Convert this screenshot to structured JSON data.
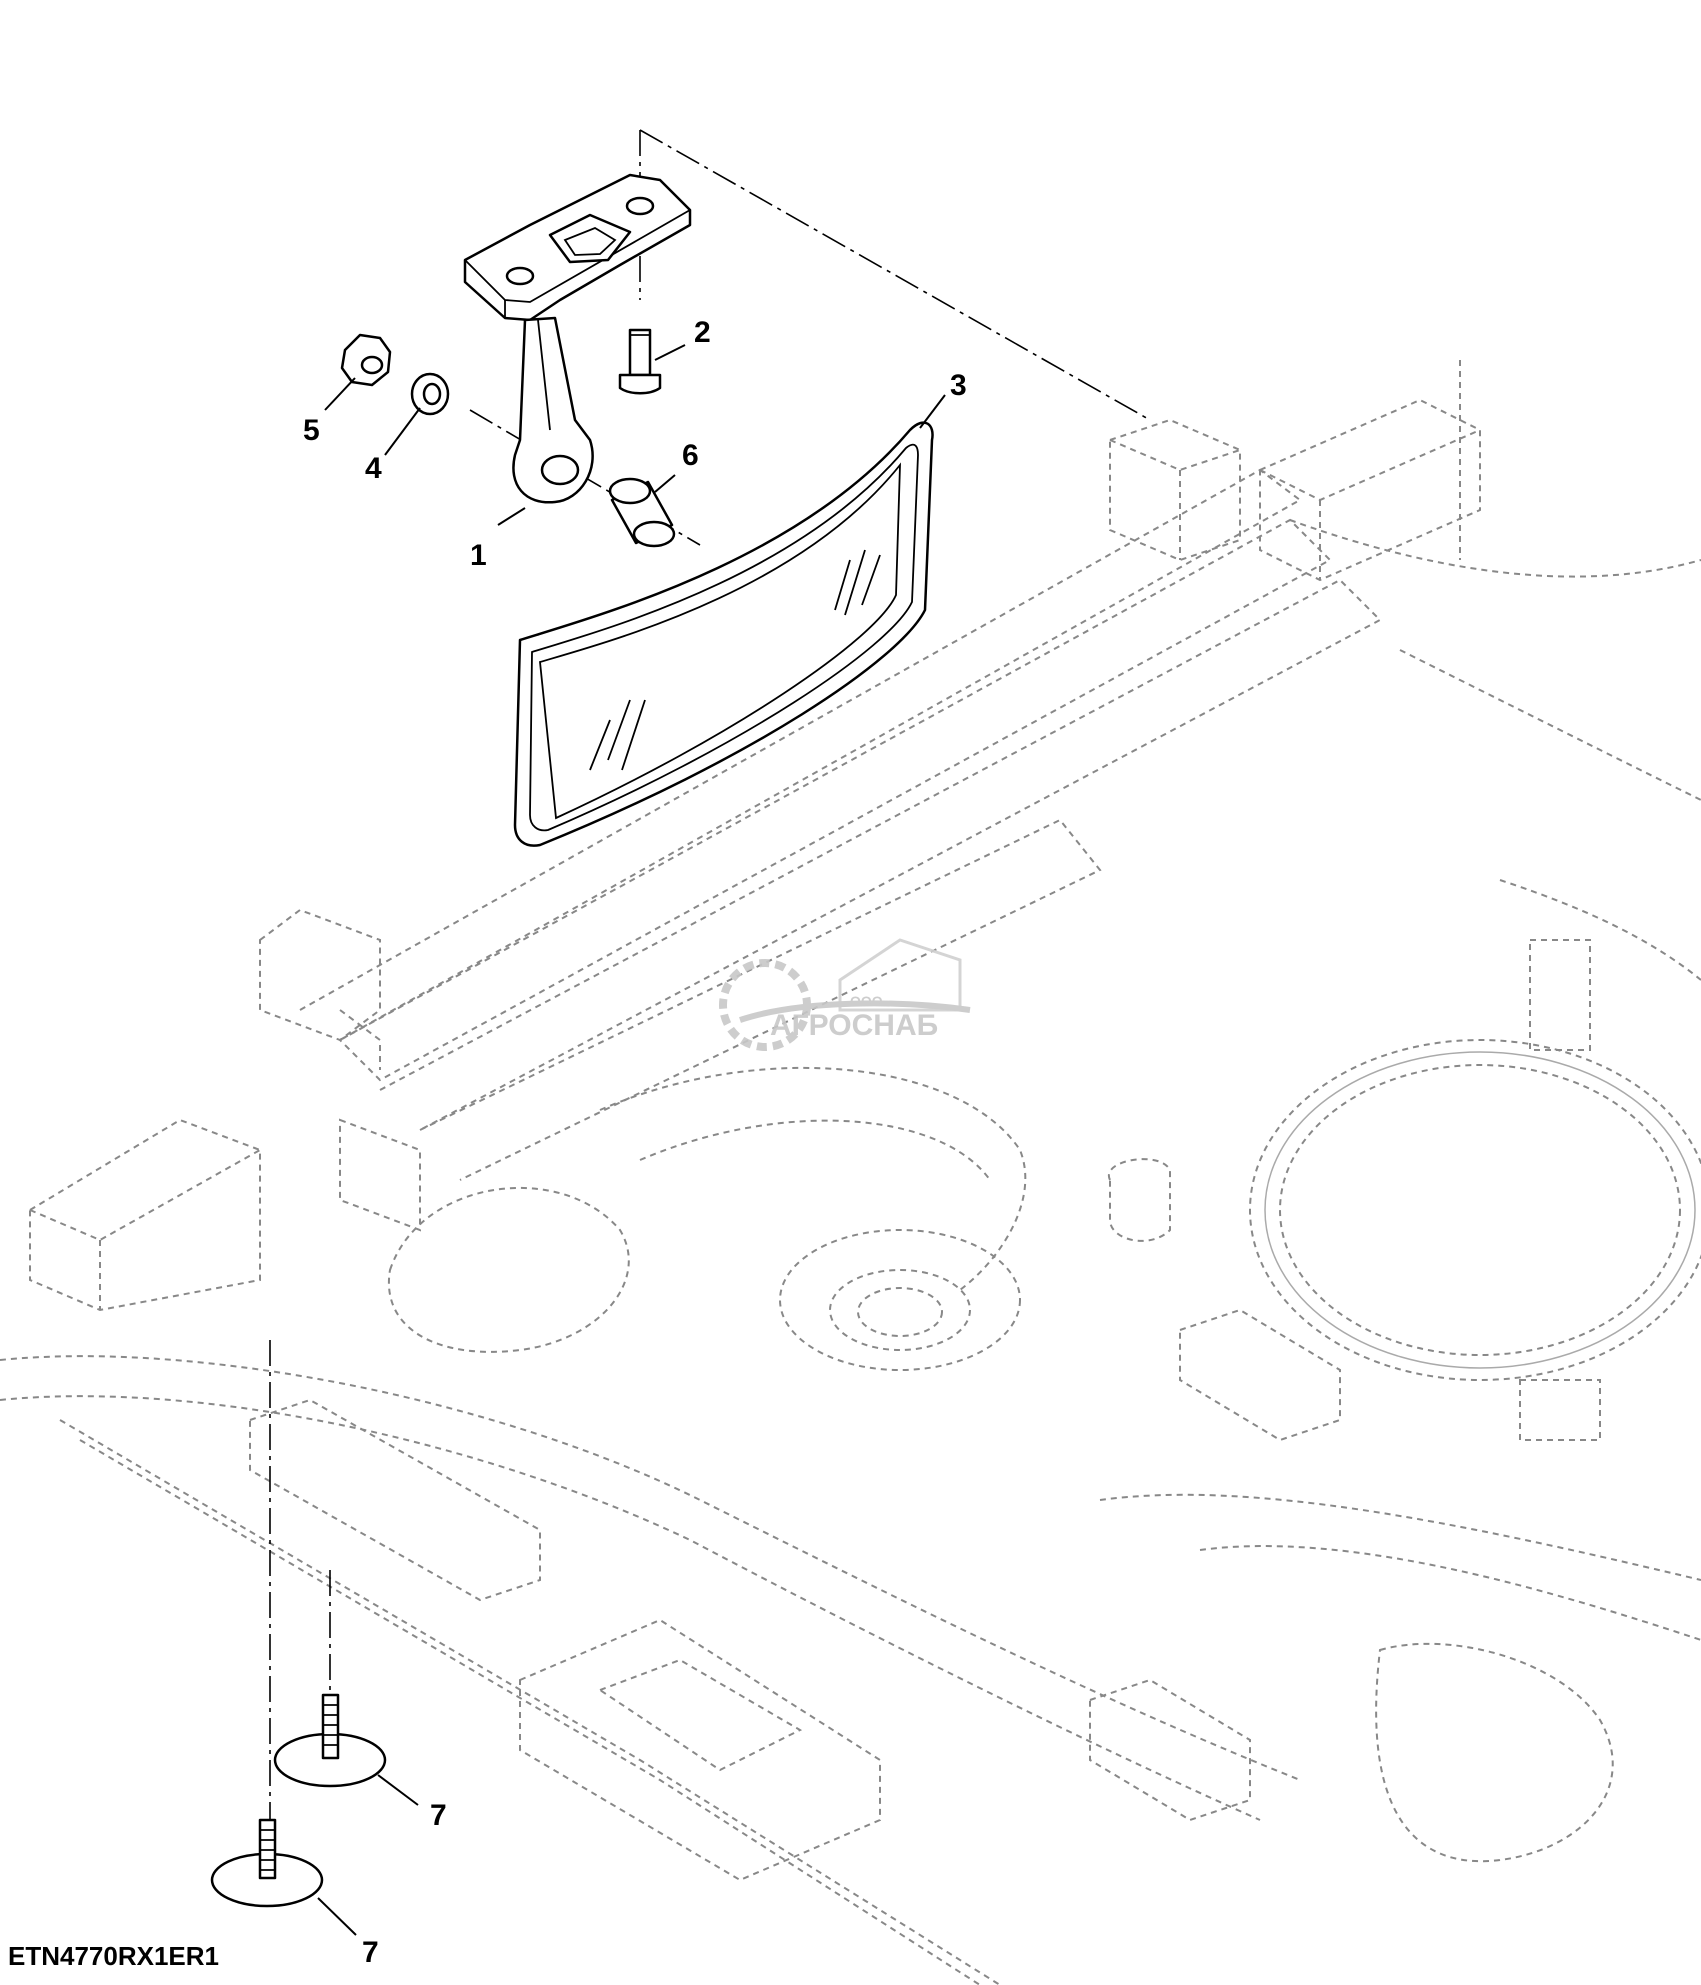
{
  "callouts": [
    {
      "id": "c1",
      "label": "1"
    },
    {
      "id": "c2",
      "label": "2"
    },
    {
      "id": "c3",
      "label": "3"
    },
    {
      "id": "c4",
      "label": "4"
    },
    {
      "id": "c5",
      "label": "5"
    },
    {
      "id": "c6",
      "label": "6"
    },
    {
      "id": "c7a",
      "label": "7"
    },
    {
      "id": "c7b",
      "label": "7"
    }
  ],
  "drawing_id": "ETN4770RX1ER1",
  "watermark": {
    "prefix": "ООО",
    "name": "АГРОСНАБ"
  },
  "colors": {
    "line": "#000000",
    "ghost": "#888888",
    "watermark": "#c8c8c8",
    "background": "#ffffff"
  }
}
